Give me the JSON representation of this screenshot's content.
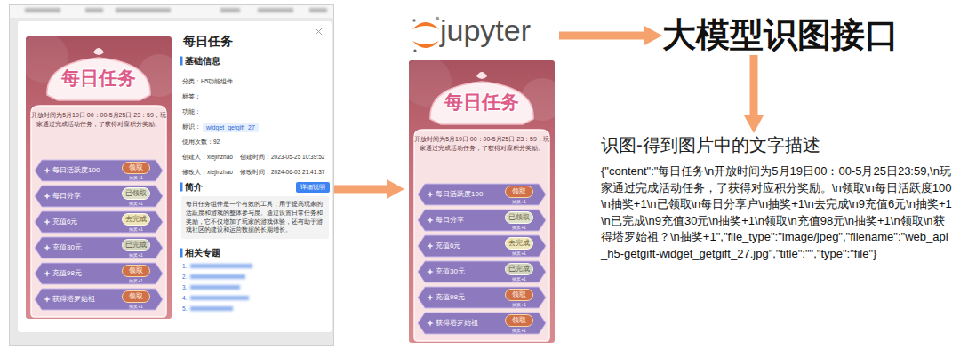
{
  "diagram": {
    "nodes": [
      {
        "text": [
          "每日任务"
        ]
      },
      {
        "text": [
          "每日任务",
          "开放时间为5月19日 00：00-5月25日 23：59，玩家通过完成活动任务，了获得对应积分奖励。"
        ],
        "in": 0
      },
      {
        "text": [
          "每日活跃度100",
          "领取",
          "抽奖+1"
        ],
        "in": 1
      },
      {
        "text": [
          "每日分享",
          "已领取",
          "抽奖+1"
        ],
        "in": 1
      },
      {
        "text": [
          "充值6元",
          "去完成",
          "抽奖+1"
        ],
        "in": 1
      },
      {
        "text": [
          "充值30元",
          "已完成",
          "抽奖+1"
        ],
        "in": 1
      },
      {
        "text": [
          "充值98元",
          "领取",
          "抽奖+1"
        ],
        "in": 1
      },
      {
        "text": [
          "获得塔罗始祖",
          "领取",
          "抽奖+1"
        ],
        "in": 1
      },
      {
        "text": [
          "widget_getgift_27"
        ],
        "in": 0
      },
      {
        "text": [
          "详细说明"
        ],
        "in": 0
      },
      {
        "text": [
          "每日任务组件是一个有效的工具，用于提高玩家的活跃度和游戏的整体参与度。通过设置日常任务和奖励，它不仅增加了玩家的游戏体验，还有助于游戏社区的建设和运营数据的长期增长。"
        ],
        "in": 0
      },
      {
        "text": [
          "jupyter"
        ]
      },
      {
        "text": [
          "每日任务",
          "开放时间为5月19日 00：00-5月25日 23：59，玩家通过完成活动任务，了获得对应积分奖励。"
        ],
        "in": 11
      },
      {
        "text": [
          "每日活跃度100",
          "领取",
          "抽奖+1"
        ],
        "in": 12
      },
      {
        "text": [
          "每日分享",
          "已领取",
          "抽奖+1"
        ],
        "in": 12
      },
      {
        "text": [
          "充值6元",
          "去完成",
          "抽奖+1"
        ],
        "in": 12
      },
      {
        "text": [
          "充值30元",
          "已完成",
          "抽奖+1"
        ],
        "in": 12
      },
      {
        "text": [
          "充值98元",
          "领取",
          "抽奖+1"
        ],
        "in": 12
      },
      {
        "text": [
          "获得塔罗始祖",
          "领取",
          "抽奖+1"
        ],
        "in": 12
      },
      {
        "text": [
          "大模型识图接口"
        ]
      },
      {
        "text": [
          "识图-得到图片中的文字描述",
          "{\"content\":\"每日任务\\n开放时间为5月19日00：00-5月25日23:59,\\n玩家通过完成活动任务，了获得对应积分奖励。\\n领取\\n每日活跃度100\\n抽奖+1\\n已领取\\n每日分享户\\n抽奖+1\\n去完成\\n9充值6元\\n抽奖+1\\n已完成\\n9充值30元\\n抽奖+1\\n领取\\n充值98元\\n抽奖+1\\n领取\\n获得塔罗始祖？\\n抽奖+1\",\"file_type\":\"image/jpeg\",\"filename\":\"web_api_h5-getgift-widget_getgift_27.jpg\",\"title\":\"\",\"type\":\"file\"}"
        ]
      }
    ],
    "edges": [
      {
        "from": 0,
        "to": 11,
        "arrow": "to"
      },
      {
        "from": 11,
        "to": 19,
        "arrow": "to"
      },
      {
        "from": 19,
        "to": 20,
        "arrow": "to"
      }
    ],
    "labels": [
      "基础信息",
      "分类：H5功能组件",
      "标签：",
      "功能：",
      "标识：",
      "使用次数：92",
      "创建人：xiejinzhao",
      "创建时间：2023-05-25 10:39:52",
      "修改人：xiejinzhao",
      "修改时间：2024-06-03 21:41:37",
      "简介",
      "相关专题",
      "1.",
      "2.",
      "3.",
      "4.",
      "5."
    ]
  }
}
